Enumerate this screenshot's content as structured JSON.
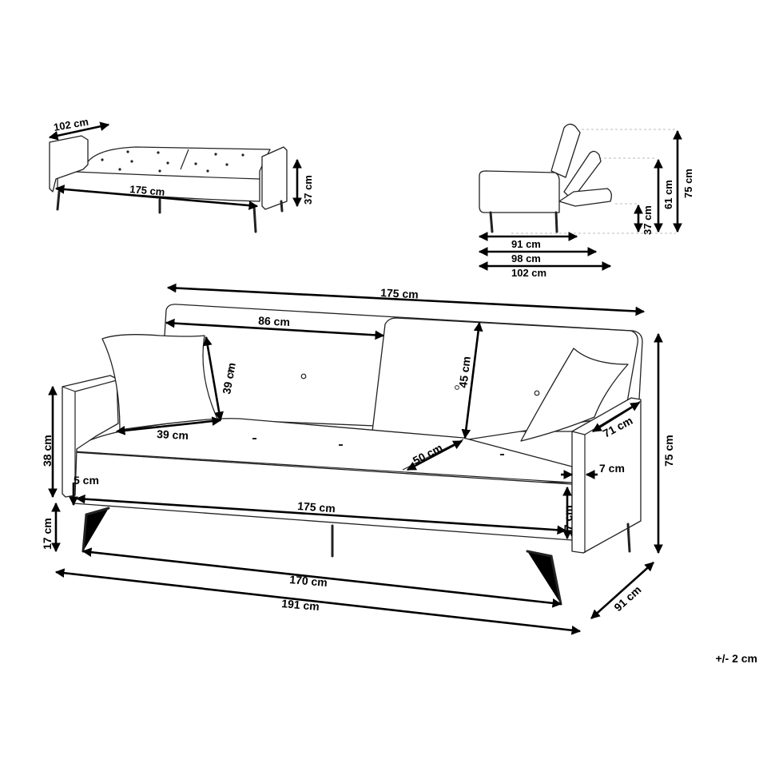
{
  "figure": {
    "tolerance": "+/- 2 cm",
    "bed_view": {
      "width": "102 cm",
      "length": "175 cm",
      "height": "37 cm"
    },
    "side_view": {
      "depth_upright": "91 cm",
      "depth_reclined": "98 cm",
      "depth_bed": "102 cm",
      "height_total": "75 cm",
      "height_reclined": "61 cm",
      "height_seat": "37 cm"
    },
    "main_view": {
      "top_width": "175 cm",
      "back_cushion_width": "86 cm",
      "back_height": "45 cm",
      "pillow_height": "39 cm",
      "pillow_width": "39 cm",
      "seat_depth": "50 cm",
      "arm_depth": "71 cm",
      "arm_width": "7 cm",
      "total_height": "75 cm",
      "arm_height": "38 cm",
      "leg_height_left": "17 cm",
      "leg_height_right": "17 cm",
      "seat_offset": "5 cm",
      "seat_width": "175 cm",
      "inner_width": "170 cm",
      "total_width": "191 cm",
      "total_depth": "91 cm"
    }
  }
}
